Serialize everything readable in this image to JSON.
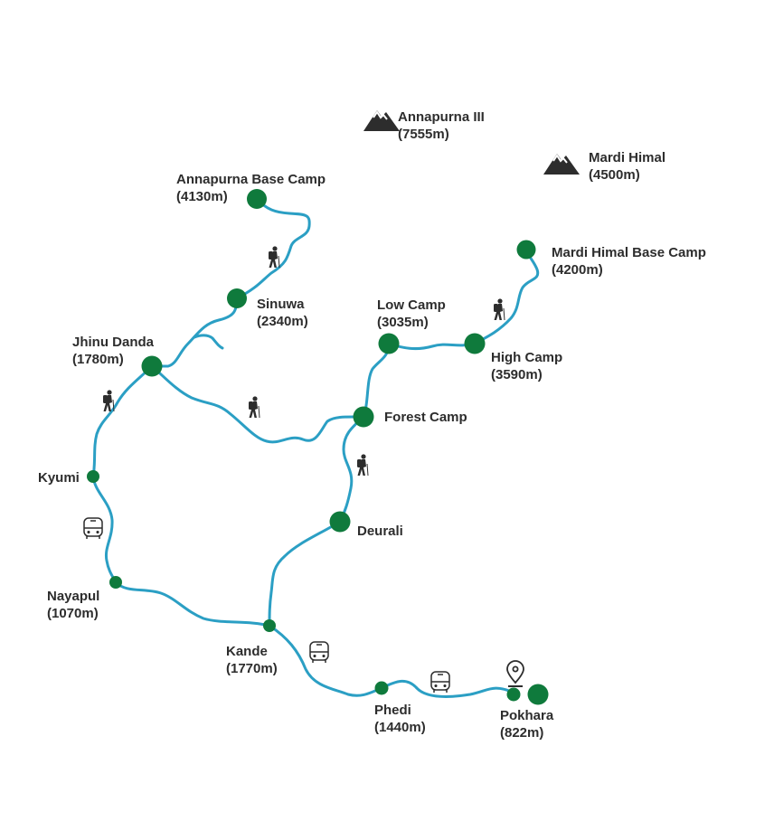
{
  "colors": {
    "route": "#2b9fc4",
    "stop": "#0f7a3c",
    "icon": "#2d2d2d",
    "text": "#2d2d2d"
  },
  "peaks": [
    {
      "name": "Annapurna III",
      "elevation": "(7555m)",
      "icon": "mountain-icon"
    },
    {
      "name": "Mardi Himal",
      "elevation": "(4500m)",
      "icon": "mountain-icon"
    }
  ],
  "stops": {
    "abc": {
      "name": "Annapurna Base Camp",
      "elevation": "(4130m)"
    },
    "sinuwa": {
      "name": "Sinuwa",
      "elevation": "(2340m)"
    },
    "jhinu": {
      "name": "Jhinu Danda",
      "elevation": "(1780m)"
    },
    "low_camp": {
      "name": "Low Camp",
      "elevation": "(3035m)"
    },
    "high_camp": {
      "name": "High Camp",
      "elevation": "(3590m)"
    },
    "mardi_base": {
      "name": "Mardi Himal Base Camp",
      "elevation": "(4200m)"
    },
    "forest_camp": {
      "name": "Forest Camp"
    },
    "kyumi": {
      "name": "Kyumi"
    },
    "deurali": {
      "name": "Deurali"
    },
    "nayapul": {
      "name": "Nayapul",
      "elevation": "(1070m)"
    },
    "kande": {
      "name": "Kande",
      "elevation": "(1770m)"
    },
    "phedi": {
      "name": "Phedi",
      "elevation": "(1440m)"
    },
    "pokhara": {
      "name": "Pokhara",
      "elevation": "(822m)"
    }
  },
  "icons": [
    "hiker-icon",
    "bus-icon",
    "location-pin-icon"
  ]
}
